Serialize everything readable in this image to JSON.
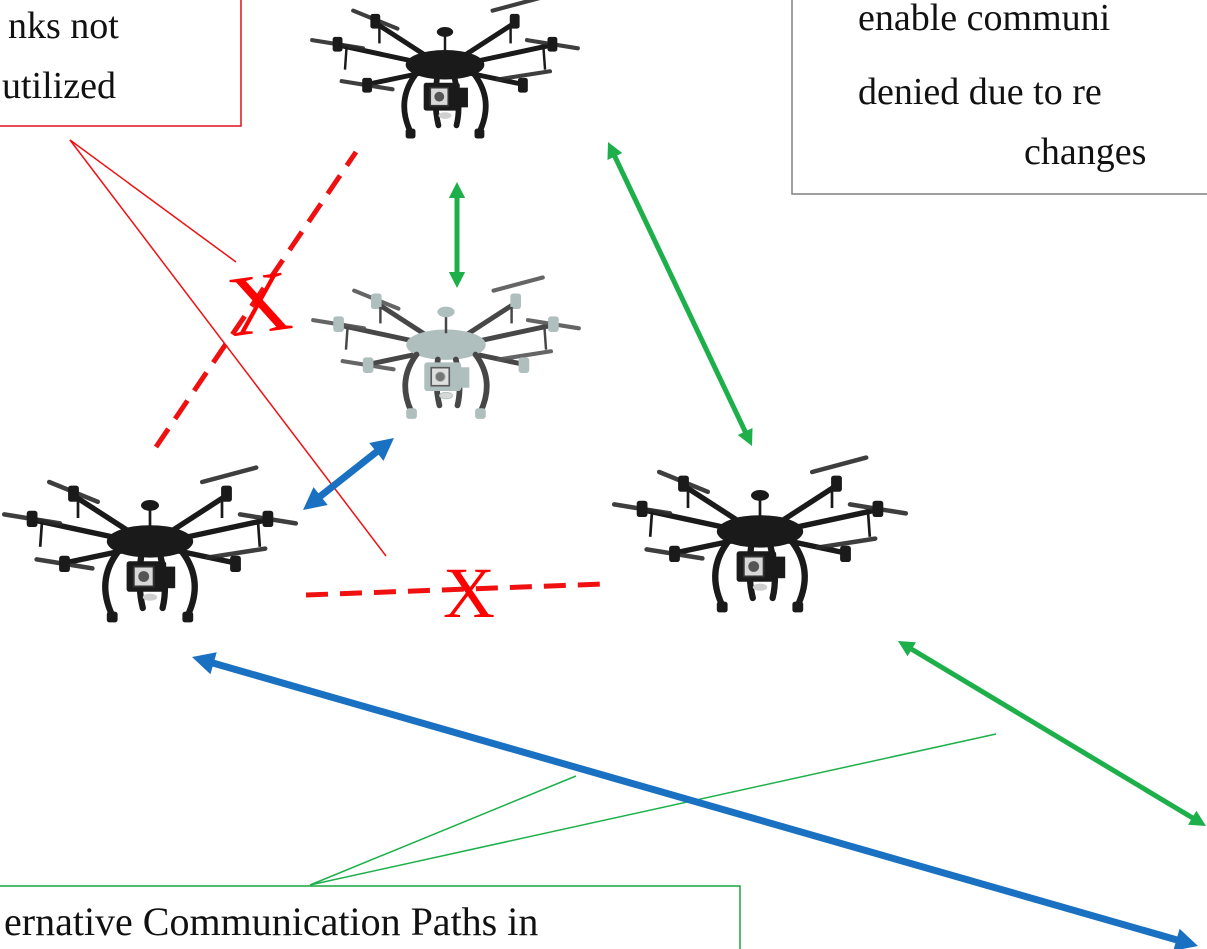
{
  "callouts": {
    "unused_links": {
      "line1": "nks not",
      "line2": "utilized",
      "border_color": "#e0101a"
    },
    "denied_comms": {
      "line1": "enable communi",
      "line2": "denied due to re",
      "line3": "changes",
      "border_color": "#808080"
    },
    "alt_paths": {
      "line1": "ernative Communication Paths in",
      "border_color": "#1fa33c"
    }
  },
  "marks": {
    "broken_link_symbol": "X"
  },
  "colors": {
    "green_link": "#1db04a",
    "blue_link": "#1a71c2",
    "red_link": "#f01010",
    "drone_body": "#1a1a1a",
    "ghost_drone": "#9cb0ae",
    "motor_red": "#a82020",
    "camera_blue": "#3a4f8a"
  },
  "icons": [
    "hexacopter-drone-icon",
    "ghost-hexacopter-drone-icon"
  ]
}
